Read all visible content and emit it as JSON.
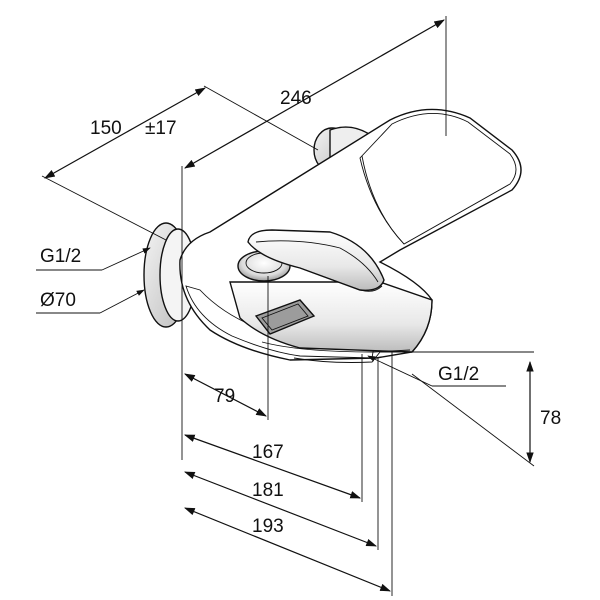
{
  "dimensions": {
    "projection": "150",
    "tolerance": "±17",
    "overall_width": "246",
    "inlet_thread": "G1/2",
    "rosette_diameter": "Ø70",
    "dim_79": "79",
    "dim_167": "167",
    "dim_181": "181",
    "dim_193": "193",
    "outlet_thread": "G1/2",
    "height": "78"
  },
  "colors": {
    "line": "#111111",
    "body_fill": "#ffffff",
    "shade_light": "#e6e6e6",
    "shade_mid": "#cfcfcf",
    "shade_dark": "#a8a8a8"
  }
}
